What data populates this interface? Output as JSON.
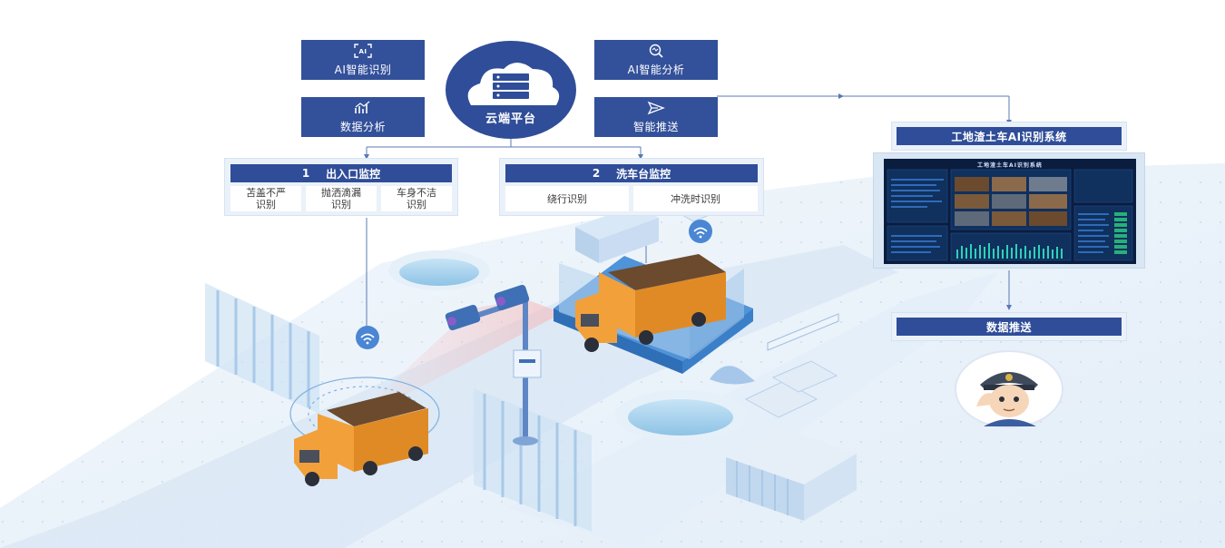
{
  "cloud": {
    "label": "云端平台",
    "icon": "server-icon"
  },
  "left_tiles": [
    {
      "label": "AI智能识别",
      "icon": "ai-scan-icon"
    },
    {
      "label": "数据分析",
      "icon": "trend-chart-icon"
    }
  ],
  "right_tiles": [
    {
      "label": "AI智能分析",
      "icon": "magnifier-icon"
    },
    {
      "label": "智能推送",
      "icon": "send-icon"
    }
  ],
  "monitor1": {
    "number": "1",
    "title": "出入口监控",
    "items": [
      "苫盖不严\n识别",
      "抛洒滴漏\n识别",
      "车身不洁\n识别"
    ]
  },
  "monitor2": {
    "number": "2",
    "title": "洗车台监控",
    "items": [
      "绕行识别",
      "冲洗时识别"
    ]
  },
  "system": {
    "title": "工地渣土车AI识别系统",
    "screen_title": "工地渣土车AI识别系统"
  },
  "push": {
    "title": "数据推送"
  },
  "colors": {
    "primary": "#33509a",
    "header": "#2f4d98",
    "panel_bg": "#eaf1f9",
    "truck": "#f2a03a",
    "glass": "#4f93d8",
    "screen_bg": "#0b1d3f"
  }
}
